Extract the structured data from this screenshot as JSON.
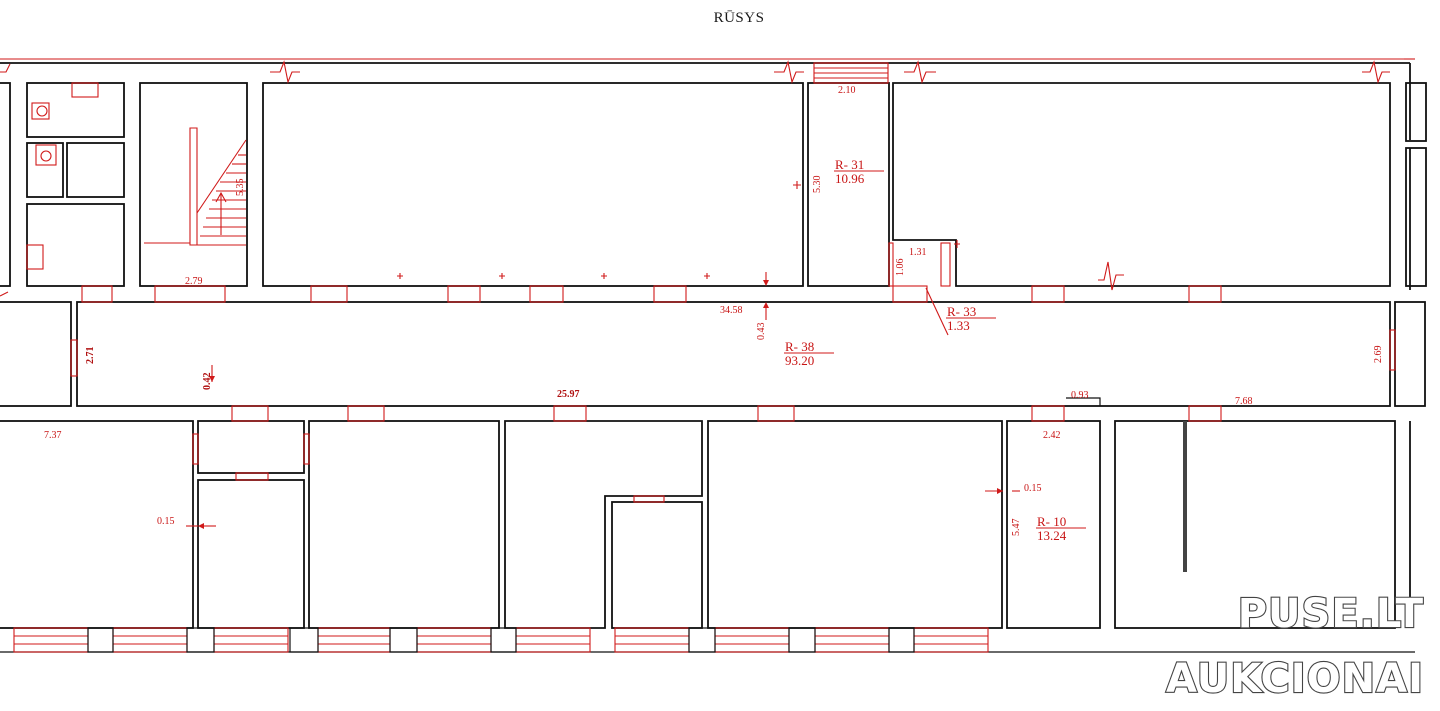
{
  "title": "RŪSYS",
  "rooms": [
    {
      "id": "R- 31",
      "area": "10.96"
    },
    {
      "id": "R- 33",
      "area": "1.33"
    },
    {
      "id": "R- 38",
      "area": "93.20"
    },
    {
      "id": "R- 10",
      "area": "13.24"
    }
  ],
  "dimensions": {
    "d_2_10": "2.10",
    "d_5_30": "5.30",
    "d_5_35": "5.35",
    "d_2_79": "2.79",
    "d_1_31": "1.31",
    "d_1_06": "1.06",
    "d_34_58": "34.58",
    "d_0_43": "0.43",
    "d_2_71": "2.71",
    "d_2_69": "2.69",
    "d_0_42": "0.42",
    "d_25_97": "25.97",
    "d_0_93": "0.93",
    "d_7_68": "7.68",
    "d_7_37": "7.37",
    "d_2_42": "2.42",
    "d_0_15_a": "0.15",
    "d_0_15_b": "0.15",
    "d_5_47": "5.47"
  },
  "watermark": {
    "line1": "PUSE.LT",
    "line2": "AUKCIONAI"
  }
}
